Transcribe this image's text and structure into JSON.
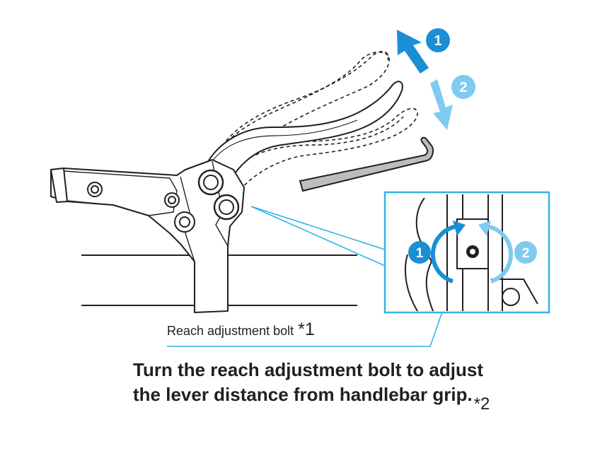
{
  "callout": {
    "label": "Reach adjustment bolt",
    "mark": "*1"
  },
  "caption": {
    "line1": "Turn the reach adjustment bolt to adjust",
    "line2": "the lever distance from handlebar grip.",
    "mark": "*2"
  },
  "steps": {
    "step1": "1",
    "step2": "2"
  },
  "colors": {
    "step1": "#1a8fd6",
    "step2": "#7fcaf0",
    "callout_line": "#35b3e6",
    "outline": "#231f20",
    "tool_fill": "#bcbdbf",
    "body_fill": "#ffffff",
    "text": "#231f20"
  },
  "icons": [
    "up-arrow-icon",
    "down-arrow-icon",
    "clockwise-arrow-icon",
    "counterclockwise-arrow-icon",
    "hex-key-icon"
  ]
}
